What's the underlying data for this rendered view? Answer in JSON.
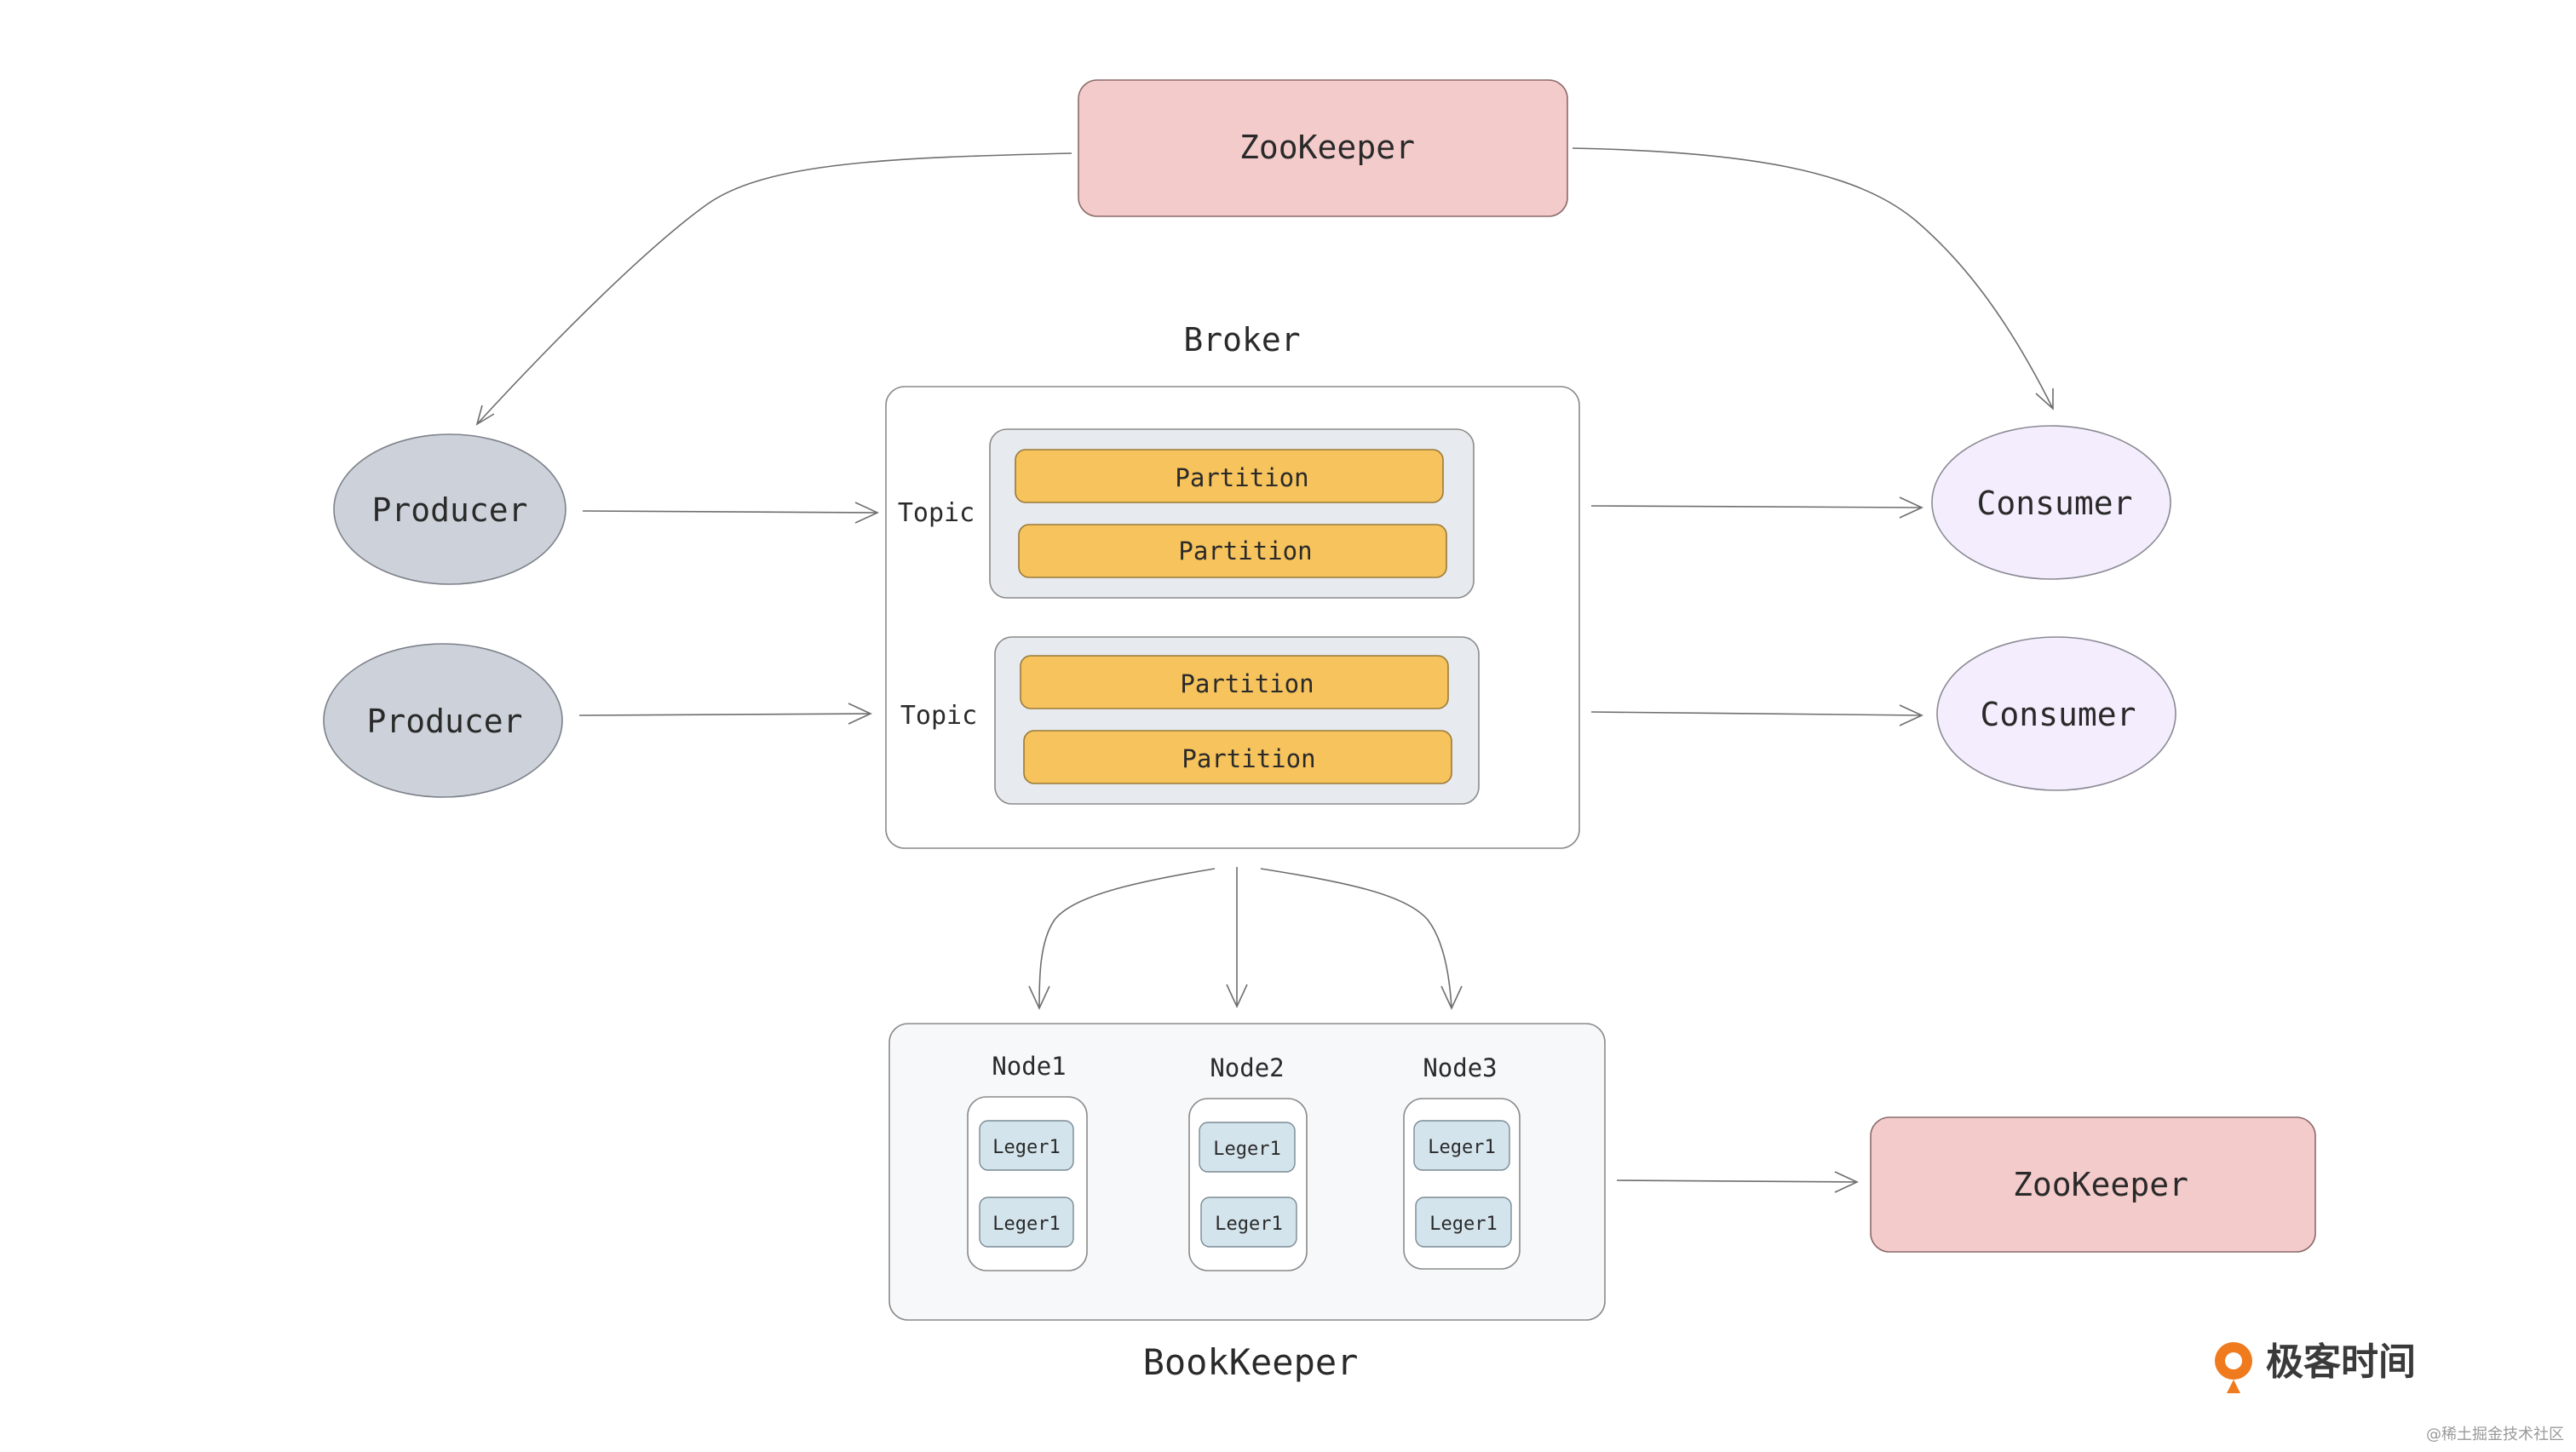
{
  "zookeeper_top": "ZooKeeper",
  "zookeeper_bottom": "ZooKeeper",
  "broker": {
    "title": "Broker",
    "topics": [
      {
        "label": "Topic",
        "partitions": [
          "Partition",
          "Partition"
        ]
      },
      {
        "label": "Topic",
        "partitions": [
          "Partition",
          "Partition"
        ]
      }
    ]
  },
  "producers": [
    "Producer",
    "Producer"
  ],
  "consumers": [
    "Consumer",
    "Consumer"
  ],
  "bookkeeper": {
    "title": "BookKeeper",
    "nodes": [
      {
        "label": "Node1",
        "ledgers": [
          "Leger1",
          "Leger1"
        ]
      },
      {
        "label": "Node2",
        "ledgers": [
          "Leger1",
          "Leger1"
        ]
      },
      {
        "label": "Node3",
        "ledgers": [
          "Leger1",
          "Leger1"
        ]
      }
    ]
  },
  "logo": {
    "text": "极客时间",
    "color": "#f07a1e"
  },
  "watermark": "@稀土掘金技术社区"
}
